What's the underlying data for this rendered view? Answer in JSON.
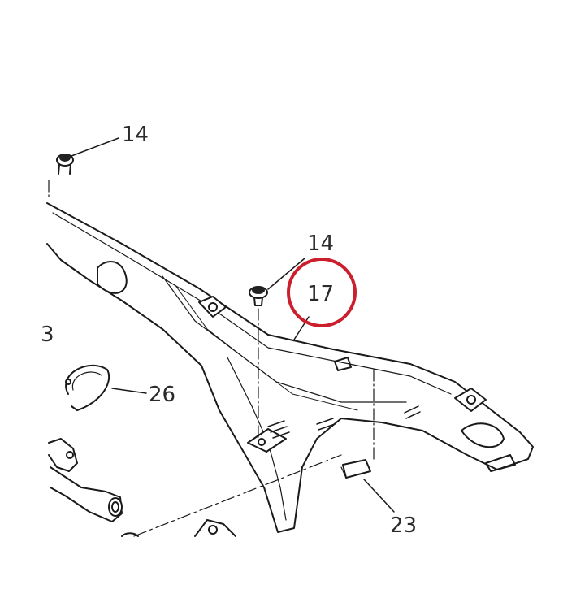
{
  "diagram": {
    "callouts": {
      "screw_top": "14",
      "screw_mid": "14",
      "frame": "17",
      "clip": "26",
      "pad": "23",
      "cut_left": "3"
    },
    "colors": {
      "line": "#1a1a1a",
      "highlight_ring": "#cc1f2d"
    }
  }
}
